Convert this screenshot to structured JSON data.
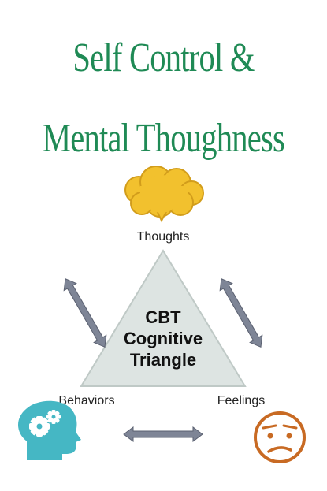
{
  "title": {
    "line1": "Self Control &",
    "line2": "Mental Thoughness"
  },
  "diagram": {
    "center": [
      "CBT",
      "Cognitive",
      "Triangle"
    ],
    "nodes": {
      "thoughts": "Thoughts",
      "behaviors": "Behaviors",
      "feelings": "Feelings"
    },
    "icons": {
      "thoughts": "thought-cloud-icon",
      "behaviors": "head-gears-icon",
      "feelings": "worried-face-icon"
    }
  },
  "colors": {
    "title": "#1f8a55",
    "triangle_fill": "#dde4e2",
    "triangle_stroke": "#bfc9c6",
    "cloud": "#f2c12e",
    "cloud_stroke": "#d29d1b",
    "head": "#45b7c4",
    "face": "#c86a23",
    "arrow": "#7e8596",
    "arrow_stroke": "#5a6070"
  }
}
